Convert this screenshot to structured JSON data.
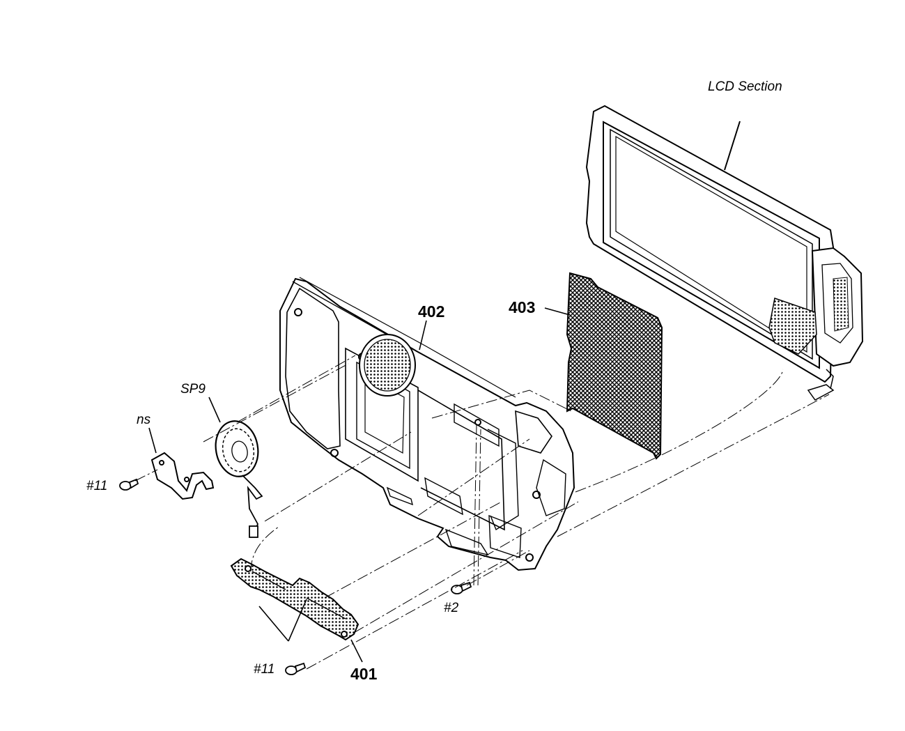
{
  "diagram": {
    "labels": {
      "lcd_section": "LCD Section",
      "p402": "402",
      "p403": "403",
      "sp9": "SP9",
      "ns": "ns",
      "screw11_top": "#11",
      "screw2": "#2",
      "screw11_bottom": "#11",
      "p401": "401"
    }
  }
}
